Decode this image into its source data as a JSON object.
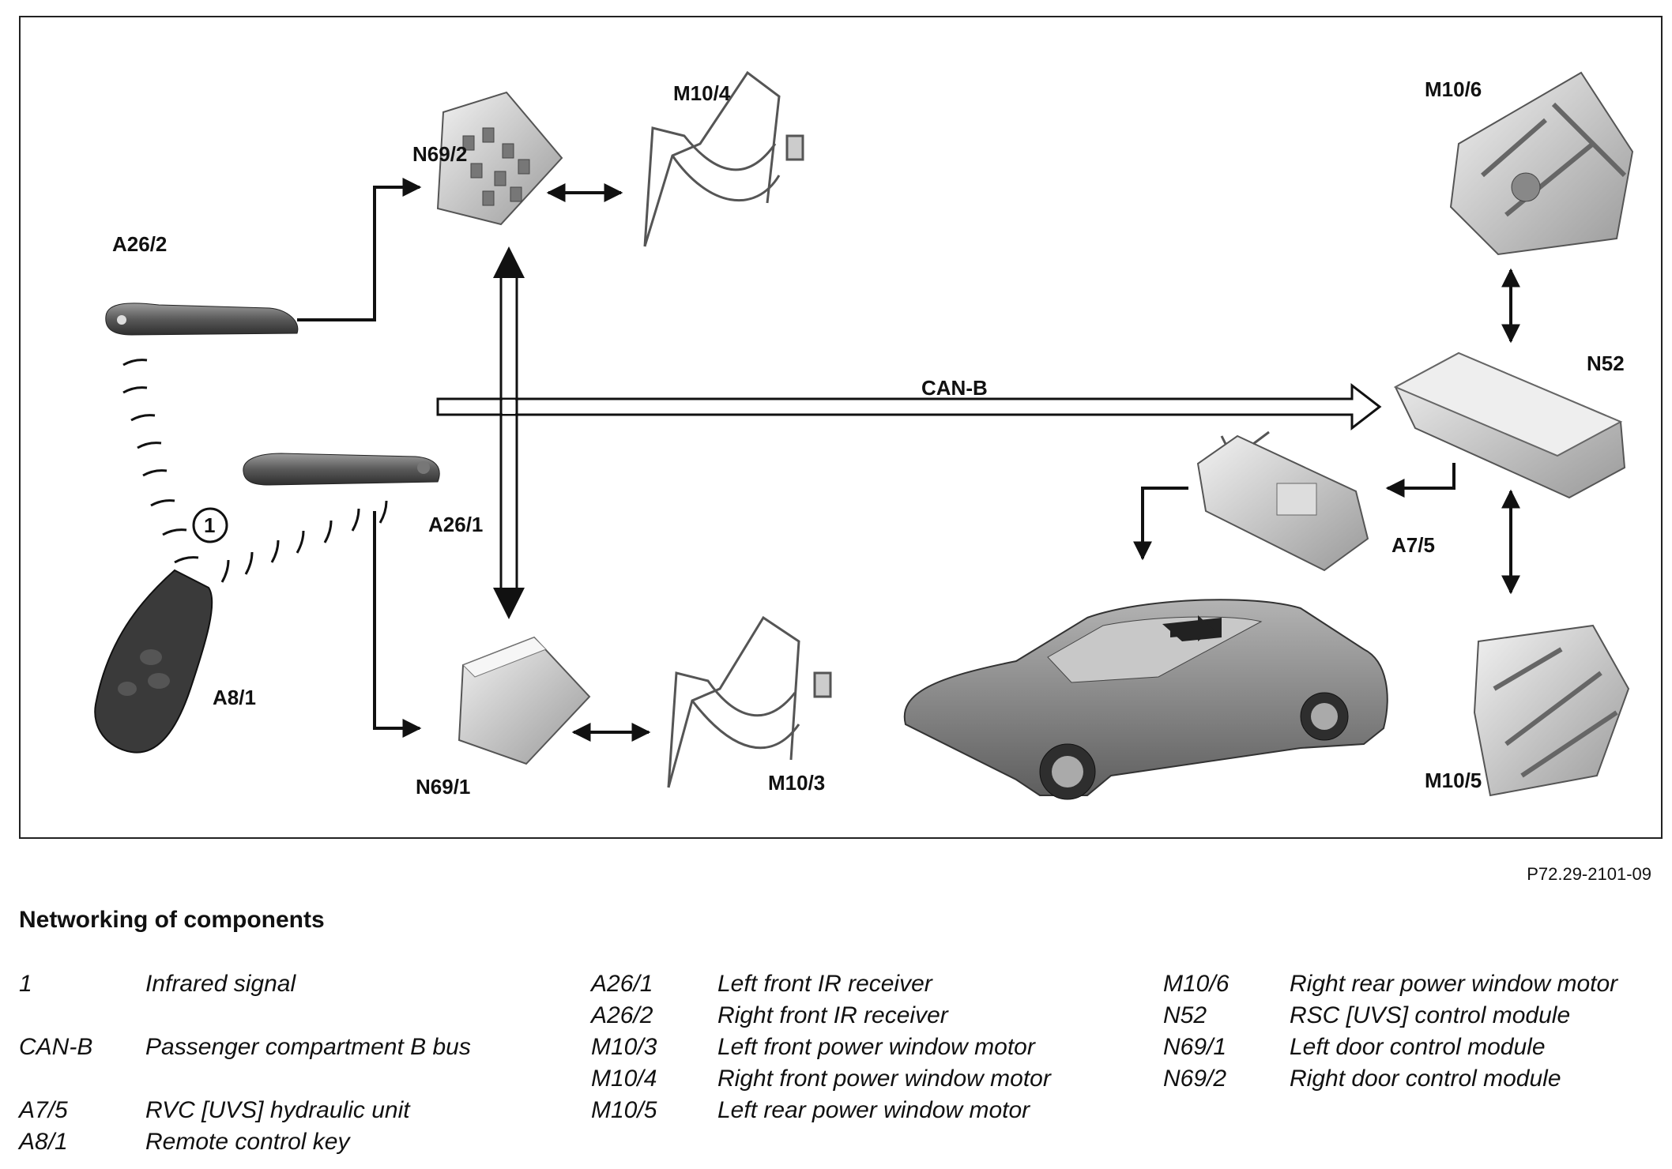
{
  "diagram": {
    "labels": {
      "n69_2": "N69/2",
      "m10_4": "M10/4",
      "m10_6": "M10/6",
      "a26_2": "A26/2",
      "can_b": "CAN-B",
      "n52": "N52",
      "a26_1": "A26/1",
      "a7_5": "A7/5",
      "signal_1": "1",
      "a8_1": "A8/1",
      "n69_1": "N69/1",
      "m10_3": "M10/3",
      "m10_5": "M10/5"
    },
    "figure_id": "P72.29-2101-09"
  },
  "legend": {
    "title": "Networking of components",
    "col1": [
      {
        "code": "1",
        "desc": "Infrared signal"
      },
      {
        "code": "CAN-B",
        "desc": "Passenger compartment B bus"
      },
      {
        "code": "A7/5",
        "desc": "RVC [UVS] hydraulic unit"
      },
      {
        "code": "A8/1",
        "desc": "Remote control key"
      }
    ],
    "col2": [
      {
        "code": "A26/1",
        "desc": "Left front IR receiver"
      },
      {
        "code": "A26/2",
        "desc": "Right front IR receiver"
      },
      {
        "code": "M10/3",
        "desc": "Left front power window motor"
      },
      {
        "code": "M10/4",
        "desc": "Right front power window motor"
      },
      {
        "code": "M10/5",
        "desc": "Left rear power window motor"
      }
    ],
    "col3": [
      {
        "code": "M10/6",
        "desc": "Right rear power window motor"
      },
      {
        "code": "N52",
        "desc": "RSC [UVS] control module"
      },
      {
        "code": "N69/1",
        "desc": "Left door control module"
      },
      {
        "code": "N69/2",
        "desc": "Right door control module"
      }
    ]
  },
  "colors": {
    "line": "#111111",
    "component_fill": "#d8d8d8",
    "car_body": "#8a8a8a",
    "key_body": "#3a3a3a"
  }
}
